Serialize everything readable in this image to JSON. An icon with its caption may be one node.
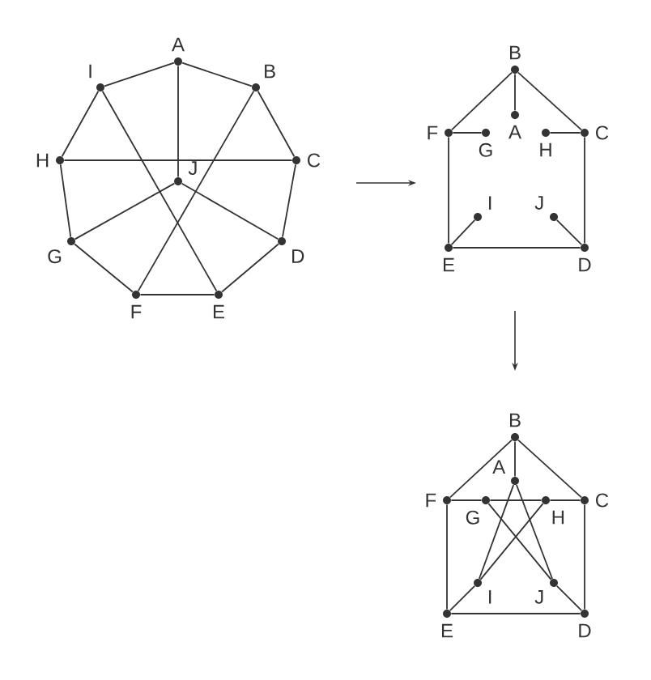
{
  "diagram": {
    "nodes": [
      {
        "text": [
          "A"
        ]
      },
      {
        "text": [
          "B"
        ]
      },
      {
        "text": [
          "C"
        ]
      },
      {
        "text": [
          "D"
        ]
      },
      {
        "text": [
          "E"
        ]
      },
      {
        "text": [
          "F"
        ]
      },
      {
        "text": [
          "G"
        ]
      },
      {
        "text": [
          "H"
        ]
      },
      {
        "text": [
          "I"
        ]
      },
      {
        "text": [
          "J"
        ]
      },
      {
        "text": [
          "A"
        ]
      },
      {
        "text": [
          "B"
        ]
      },
      {
        "text": [
          "C"
        ]
      },
      {
        "text": [
          "D"
        ]
      },
      {
        "text": [
          "E"
        ]
      },
      {
        "text": [
          "F"
        ]
      },
      {
        "text": [
          "G"
        ]
      },
      {
        "text": [
          "H"
        ]
      },
      {
        "text": [
          "I"
        ]
      },
      {
        "text": [
          "J"
        ]
      },
      {
        "text": [
          "A"
        ]
      },
      {
        "text": [
          "B"
        ]
      },
      {
        "text": [
          "C"
        ]
      },
      {
        "text": [
          "D"
        ]
      },
      {
        "text": [
          "E"
        ]
      },
      {
        "text": [
          "F"
        ]
      },
      {
        "text": [
          "G"
        ]
      },
      {
        "text": [
          "H"
        ]
      },
      {
        "text": [
          "I"
        ]
      },
      {
        "text": [
          "J"
        ]
      }
    ],
    "edges": [
      {
        "from": 0,
        "to": 1,
        "arrow": "none"
      },
      {
        "from": 1,
        "to": 2,
        "arrow": "none"
      },
      {
        "from": 2,
        "to": 3,
        "arrow": "none"
      },
      {
        "from": 3,
        "to": 4,
        "arrow": "none"
      },
      {
        "from": 4,
        "to": 5,
        "arrow": "none"
      },
      {
        "from": 5,
        "to": 6,
        "arrow": "none"
      },
      {
        "from": 6,
        "to": 7,
        "arrow": "none"
      },
      {
        "from": 7,
        "to": 8,
        "arrow": "none"
      },
      {
        "from": 8,
        "to": 0,
        "arrow": "none"
      },
      {
        "from": 0,
        "to": 9,
        "arrow": "none"
      },
      {
        "from": 7,
        "to": 2,
        "arrow": "none"
      },
      {
        "from": 9,
        "to": 6,
        "arrow": "none"
      },
      {
        "from": 9,
        "to": 3,
        "arrow": "none"
      },
      {
        "from": 8,
        "to": 4,
        "arrow": "none"
      },
      {
        "from": 1,
        "to": 5,
        "arrow": "none"
      },
      {
        "from": 11,
        "to": 15,
        "arrow": "none"
      },
      {
        "from": 11,
        "to": 10,
        "arrow": "none"
      },
      {
        "from": 11,
        "to": 12,
        "arrow": "none"
      },
      {
        "from": 15,
        "to": 16,
        "arrow": "none"
      },
      {
        "from": 12,
        "to": 17,
        "arrow": "none"
      },
      {
        "from": 15,
        "to": 14,
        "arrow": "none"
      },
      {
        "from": 12,
        "to": 13,
        "arrow": "none"
      },
      {
        "from": 14,
        "to": 13,
        "arrow": "none"
      },
      {
        "from": 14,
        "to": 18,
        "arrow": "none"
      },
      {
        "from": 13,
        "to": 19,
        "arrow": "none"
      },
      {
        "from": 21,
        "to": 20,
        "arrow": "none"
      },
      {
        "from": 21,
        "to": 22,
        "arrow": "none"
      },
      {
        "from": 22,
        "to": 23,
        "arrow": "none"
      },
      {
        "from": 23,
        "to": 24,
        "arrow": "none"
      },
      {
        "from": 24,
        "to": 25,
        "arrow": "none"
      },
      {
        "from": 25,
        "to": 26,
        "arrow": "none"
      },
      {
        "from": 26,
        "to": 27,
        "arrow": "none"
      },
      {
        "from": 27,
        "to": 28,
        "arrow": "none"
      },
      {
        "from": 28,
        "to": 20,
        "arrow": "none"
      },
      {
        "from": 20,
        "to": 29,
        "arrow": "none"
      },
      {
        "from": 27,
        "to": 22,
        "arrow": "none"
      },
      {
        "from": 29,
        "to": 26,
        "arrow": "none"
      },
      {
        "from": 29,
        "to": 23,
        "arrow": "none"
      },
      {
        "from": 28,
        "to": 24,
        "arrow": "none"
      },
      {
        "from": 21,
        "to": 25,
        "arrow": "none"
      }
    ]
  }
}
